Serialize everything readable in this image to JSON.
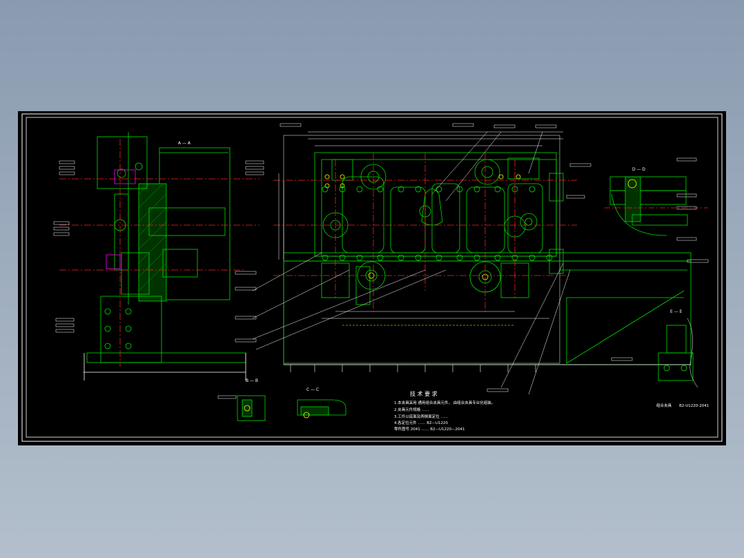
{
  "drawing": {
    "section_labels": {
      "a_a": "A — A",
      "b_b": "B — B",
      "c_c": "C — C",
      "d_d": "D — D",
      "e_e": "E — E"
    },
    "technical_requirements": {
      "title": "技 术 要 求",
      "lines": [
        "1.本夹具采用  通用组合夹具元件，  由组合夹具专业化组装。",
        "2.夹具元件规格 ……",
        "3.工件以底面及两侧面定位 ……",
        "4.各定位元件 ……  B2—U1220",
        "  零件图号  2041  ……  B2—U1220—2041"
      ]
    },
    "title_block": {
      "label": "组合夹具",
      "drawing_number": "B2-U1220-2041"
    },
    "colors": {
      "background": "#000000",
      "outline": "#ffffff",
      "geometry": "#00e000",
      "centerline": "#ff2020",
      "accent": "#ff00ff",
      "cyan": "#00e0e0",
      "yellow": "#ffff00"
    }
  }
}
